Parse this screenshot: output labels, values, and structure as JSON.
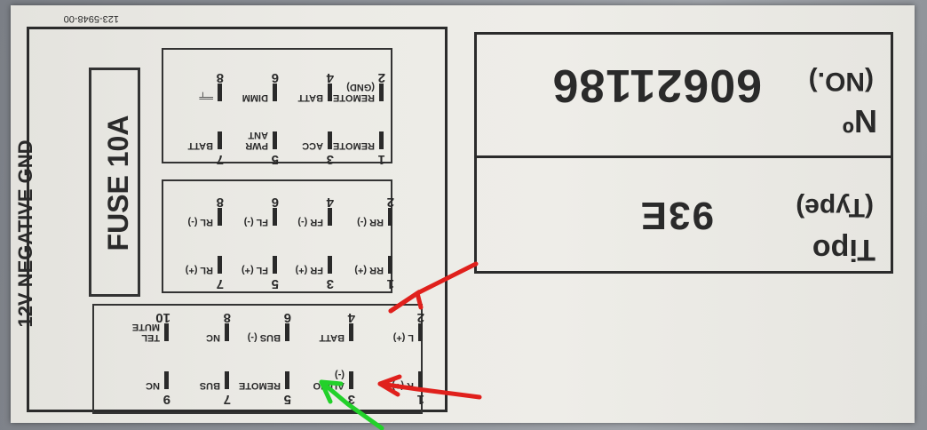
{
  "code": "123-5948-00",
  "side_text": "12V NEGATIVE GND",
  "fuse": "FUSE 10A",
  "no_label": "Nº",
  "no_sub": "(NO.)",
  "no_value": "60621186",
  "tipo_label": "Tipo",
  "tipo_sub": "(Type)",
  "tipo_value": "93E",
  "connector_a": {
    "top_row": [
      {
        "pin": "8",
        "text": "═╤"
      },
      {
        "pin": "6",
        "text": "DIMM"
      },
      {
        "pin": "4",
        "text": "BATT"
      },
      {
        "pin": "2",
        "text": "REMOTE (GND)"
      }
    ],
    "bottom_row": [
      {
        "pin": "7",
        "text": "BATT"
      },
      {
        "pin": "5",
        "text": "PWR ANT"
      },
      {
        "pin": "3",
        "text": "ACC"
      },
      {
        "pin": "1",
        "text": "REMOTE"
      }
    ]
  },
  "connector_b": {
    "top_row": [
      {
        "pin": "8",
        "text": "RL (-)"
      },
      {
        "pin": "6",
        "text": "FL (-)"
      },
      {
        "pin": "4",
        "text": "FR (-)"
      },
      {
        "pin": "2",
        "text": "RR (-)"
      }
    ],
    "bottom_row": [
      {
        "pin": "7",
        "text": "RL (+)"
      },
      {
        "pin": "5",
        "text": "FL (+)"
      },
      {
        "pin": "3",
        "text": "FR (+)"
      },
      {
        "pin": "1",
        "text": "RR (+)"
      }
    ]
  },
  "connector_c": {
    "top_row": [
      {
        "pin": "10",
        "text": "TEL MUTE"
      },
      {
        "pin": "8",
        "text": "NC"
      },
      {
        "pin": "6",
        "text": "BUS (-)"
      },
      {
        "pin": "4",
        "text": "BATT"
      },
      {
        "pin": "2",
        "text": "L (+)"
      }
    ],
    "bottom_row": [
      {
        "pin": "9",
        "text": "NC"
      },
      {
        "pin": "7",
        "text": "BUS"
      },
      {
        "pin": "5",
        "text": "REMOTE"
      },
      {
        "pin": "3",
        "text": "AUDIO (-)"
      },
      {
        "pin": "1",
        "text": "R (+)"
      }
    ]
  },
  "colors": {
    "red_arrow": "#e0201c",
    "green_arrow": "#22d12a",
    "ink": "#2a2a2a"
  }
}
